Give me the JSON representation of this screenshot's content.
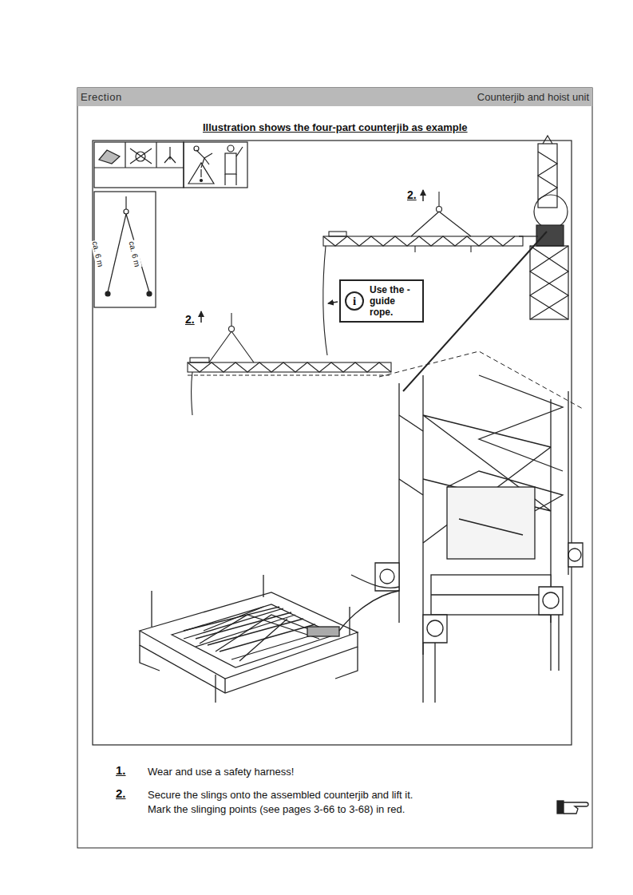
{
  "diagram": {
    "title": "Illustration shows the four-part counterjib as example",
    "nodes": [
      {
        "text": [
          "Erection",
          "Counterjib and hoist unit"
        ]
      },
      {
        "text": [
          "i",
          "Use the - guide rope."
        ]
      }
    ],
    "labels": [
      "ca. 6 m",
      "ca. 6 m",
      "2.",
      "2.",
      "1.",
      "Wear and use a safety harness!",
      "2.",
      "Secure the slings onto the assembled counterjib and lift it.",
      "Mark the slinging points (see pages 3-66 to 3-68) in red."
    ]
  }
}
